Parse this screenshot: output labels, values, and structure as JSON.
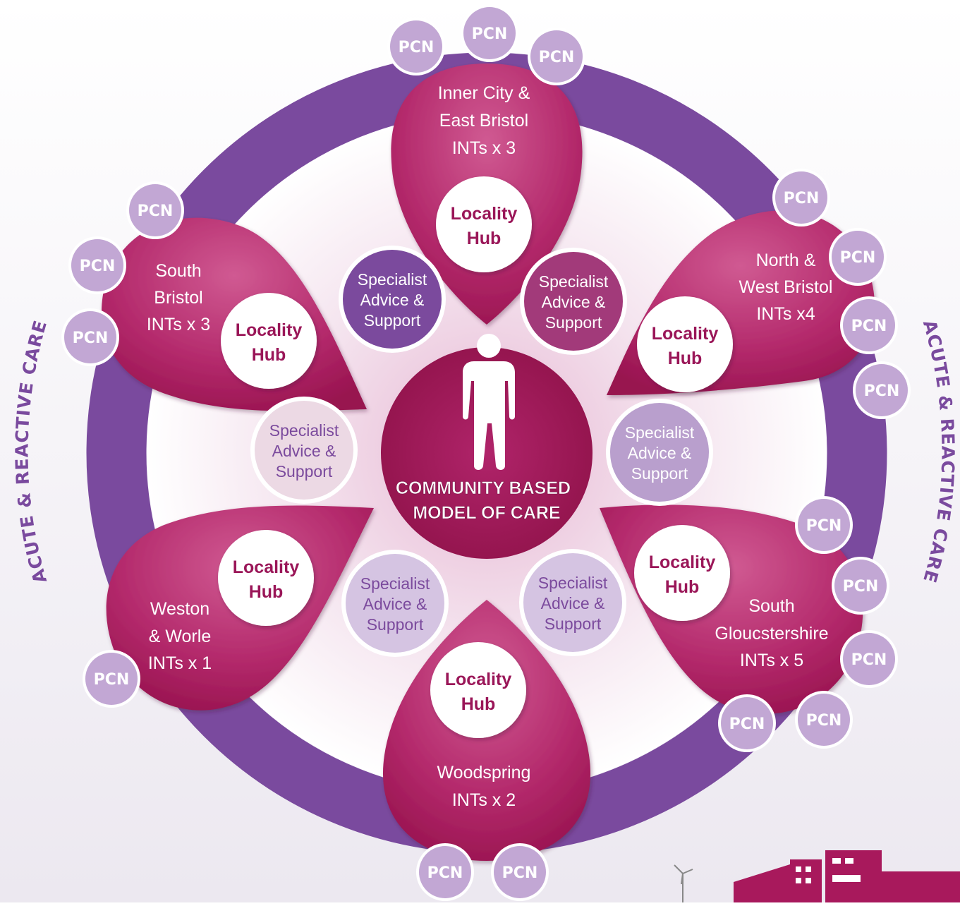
{
  "ring": {
    "left_label": "ACUTE & REACTIVE CARE",
    "right_label": "ACUTE & REACTIVE CARE",
    "color": "#7a4a9e"
  },
  "center": {
    "line1": "COMMUNITY BASED",
    "line2": "MODEL OF CARE",
    "color": "#a01c5c"
  },
  "pcn_label": "PCN",
  "petals": {
    "inner_city": {
      "line1": "Inner City &",
      "line2": "East Bristol",
      "line3": "INTs x 3"
    },
    "north_west": {
      "line1": "North &",
      "line2": "West Bristol",
      "line3": "INTs x4"
    },
    "south_bristol": {
      "line1": "South",
      "line2": "Bristol",
      "line3": "INTs x 3"
    },
    "south_glos": {
      "line1": "South",
      "line2": "Gloucstershire",
      "line3": "INTs x 5"
    },
    "weston": {
      "line1": "Weston",
      "line2": "& Worle",
      "line3": "INTs x 1"
    },
    "woodspring": {
      "line1": "Woodspring",
      "line2": "INTs x 2"
    }
  },
  "hub": {
    "line1": "Locality",
    "line2": "Hub"
  },
  "specialist": {
    "line1": "Specialist",
    "line2": "Advice &",
    "line3": "Support"
  },
  "colors": {
    "petal": "#a8195c",
    "pcn": "#c2a7d4",
    "hub_text": "#9a1658",
    "spec_dark_purple": "#7b4a9d",
    "spec_magenta": "#a23a7a",
    "spec_light_pink": "#ecd9e4",
    "spec_lavender": "#b99fcd",
    "spec_light_lavender": "#d5c4e2"
  }
}
